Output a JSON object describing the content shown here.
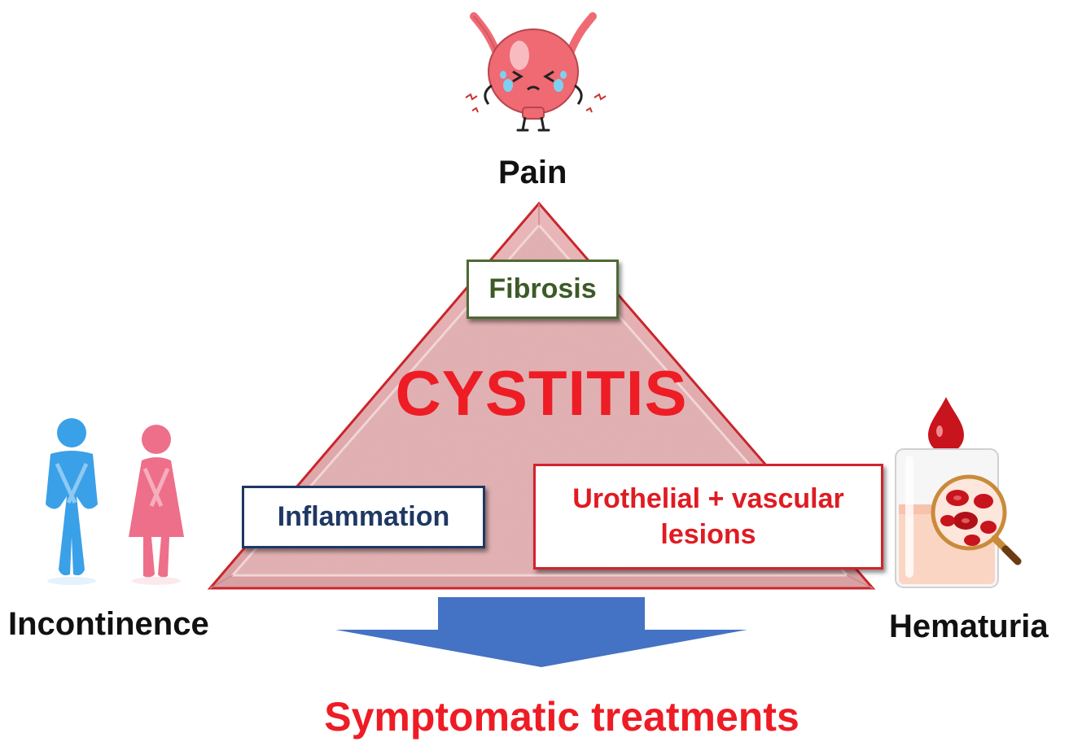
{
  "labels": {
    "pain": "Pain",
    "incontinence": "Incontinence",
    "hematuria": "Hematuria",
    "center": "CYSTITIS",
    "outcome": "Symptomatic treatments"
  },
  "boxes": {
    "fibrosis": "Fibrosis",
    "inflammation": "Inflammation",
    "lesions_line1": "Urothelial + vascular",
    "lesions_line2": "lesions"
  },
  "colors": {
    "triangle_fill": "#e6b3b5",
    "triangle_edge": "#c9262c",
    "center_text": "#ee1c25",
    "outcome_text": "#ee1c25",
    "fibrosis_text": "#3d5a27",
    "fibrosis_border": "#4e6a33",
    "inflammation_text": "#1f3864",
    "inflammation_border": "#1f3864",
    "lesions_text": "#e01b22",
    "lesions_border": "#d2232a",
    "arrow": "#4472c4",
    "male_figure": "#3aa0e8",
    "female_figure": "#ee6f8a",
    "bladder": "#ef6a73",
    "blood": "#c8141c"
  },
  "icons": {
    "pain": "crying-bladder-icon",
    "incontinence": "incontinence-figures-icon",
    "hematuria": "blood-urine-beaker-icon",
    "arrow": "down-arrow"
  }
}
